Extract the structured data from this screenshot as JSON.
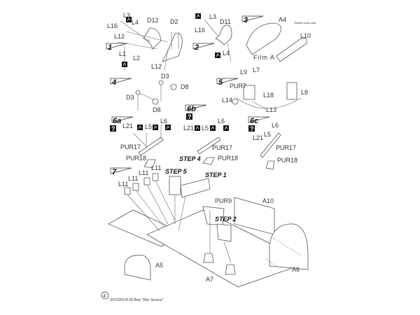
{
  "steps": {
    "s1": {
      "marker": "1",
      "labels": [
        "L3",
        "L16",
        "L4",
        "L12",
        "D12",
        "D2",
        "L1",
        "L2",
        "L12"
      ]
    },
    "s2": {
      "marker": "2",
      "labels": [
        "L3",
        "L16",
        "D11",
        "L4"
      ]
    },
    "s3": {
      "marker": "3",
      "labels": [
        "A4",
        "L10",
        "Film A"
      ],
      "note": "Reader back seat"
    },
    "s4": {
      "marker": "4",
      "labels": [
        "D3",
        "D8",
        "D3",
        "D8"
      ]
    },
    "s5": {
      "marker": "5",
      "labels": [
        "L9",
        "L7",
        "PUR7",
        "L18",
        "L14",
        "L13",
        "L8"
      ]
    },
    "s6a": {
      "marker": "6a",
      "question": "?",
      "labels": [
        "L21",
        "L5",
        "L6",
        "PUR17",
        "PUR18"
      ]
    },
    "s6b": {
      "marker": "6b",
      "question": "?",
      "labels": [
        "L21",
        "L5",
        "L6",
        "PUR17",
        "PUR18"
      ]
    },
    "s6c": {
      "marker": "6c",
      "question": "?",
      "labels": [
        "L6",
        "L5",
        "L21",
        "PUR17",
        "PUR18"
      ]
    },
    "s7": {
      "marker": "7",
      "labels": [
        "L11",
        "L11",
        "L11",
        "L11",
        "PUR9",
        "A10",
        "A5",
        "A6",
        "A7"
      ],
      "callouts": [
        "STEP 4",
        "STEP 5",
        "STEP 1",
        "STEP 2"
      ]
    }
  },
  "footer": {
    "page": "4",
    "title": "SH72265 B-18 Bolo \"War Service\""
  }
}
